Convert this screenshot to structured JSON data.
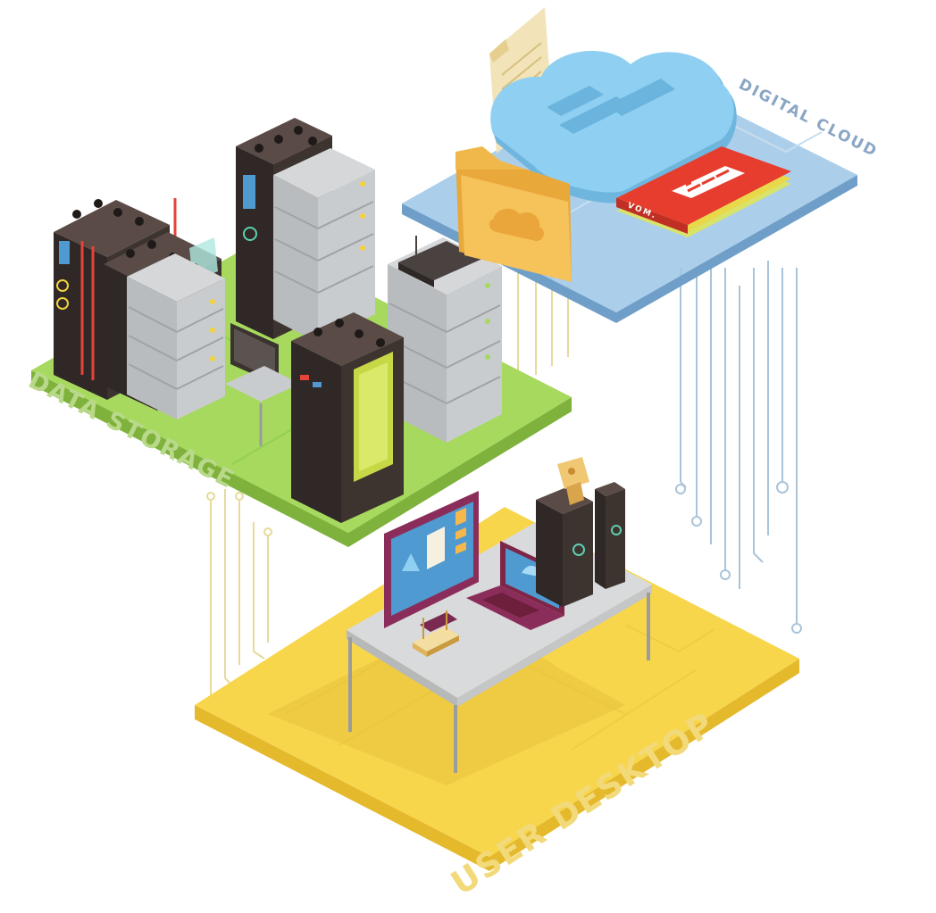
{
  "labels": {
    "data_storage": "DATA STORAGE",
    "digital_cloud": "DIGITAL CLOUD",
    "user_desktop": "USER DESKTOP",
    "video_tag": "VOM."
  },
  "colors": {
    "storage_top": "#a6d95e",
    "storage_side": "#7fb23c",
    "storage_text": "#b9d98a",
    "cloud_platform": "#9cc6e6",
    "cloud_platform_side": "#6f9fc8",
    "cloud_body": "#8fd0f2",
    "cloud_text": "#8aa6c4",
    "desktop_top": "#f7d64c",
    "desktop_side": "#e5b92c",
    "desktop_text": "#f2d979",
    "server_dark": "#3b3330",
    "rack_gray": "#c9cccf",
    "folder": "#f6b84a",
    "film_card": "#e63d2f"
  }
}
